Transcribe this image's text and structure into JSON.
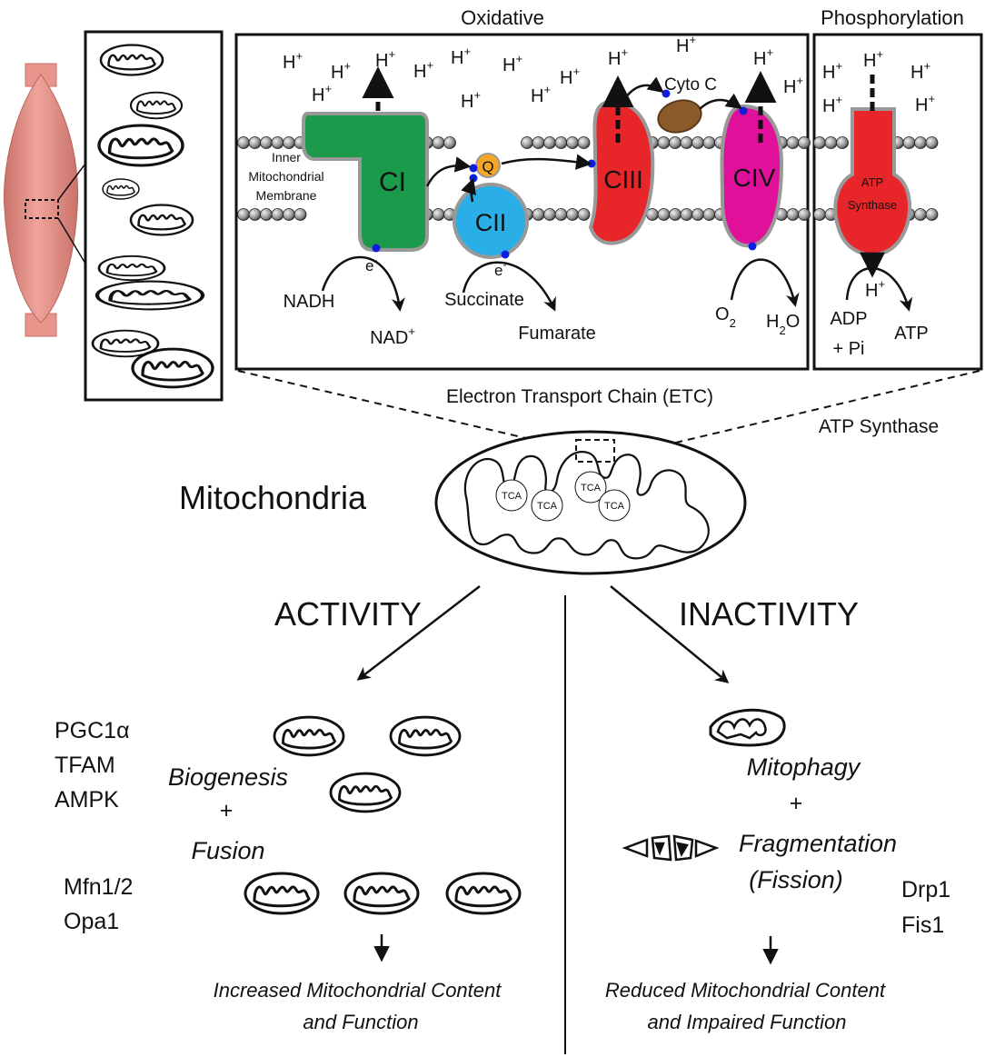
{
  "header": {
    "oxidative": "Oxidative",
    "phosphorylation": "Phosphorylation"
  },
  "etc": {
    "protons": [
      "H",
      "H",
      "H",
      "H",
      "H",
      "H",
      "H",
      "H",
      "H",
      "H",
      "H",
      "H",
      "H",
      "H",
      "H",
      "H",
      "H"
    ],
    "proton_charge": "+",
    "membrane_label": [
      "Inner",
      "Mitochondrial",
      "Membrane"
    ],
    "complexes": {
      "c1": "CI",
      "c2": "CII",
      "c3": "CIII",
      "c4": "CIV",
      "q": "Q",
      "cyto_c": "Cyto C",
      "atp_synthase": [
        "ATP",
        "Synthase"
      ]
    },
    "electron": "e",
    "electron_charge": "-",
    "substrates": {
      "nadh": "NADH",
      "nad": "NAD",
      "nad_charge": "+",
      "succinate": "Succinate",
      "fumarate": "Fumarate",
      "o2": "O",
      "o2_sub": "2",
      "h2o_h": "H",
      "h2o_sub": "2",
      "h2o_o": "O",
      "adp": "ADP",
      "pi": "+ Pi",
      "atp": "ATP"
    },
    "etc_caption": "Electron Transport Chain (ETC)",
    "atp_synthase_caption": "ATP Synthase"
  },
  "mitochondria": {
    "title": "Mitochondria",
    "tca": [
      "TCA",
      "TCA",
      "TCA",
      "TCA"
    ]
  },
  "activity": {
    "heading": "ACTIVITY",
    "markers": [
      "PGC1α",
      "TFAM",
      "AMPK"
    ],
    "process_biogenesis": "Biogenesis",
    "plus": "+",
    "process_fusion": "Fusion",
    "fusion_markers": [
      "Mfn1/2",
      "Opa1"
    ],
    "outcome": [
      "Increased Mitochondrial Content",
      "and Function"
    ]
  },
  "inactivity": {
    "heading": "INACTIVITY",
    "process_mitophagy": "Mitophagy",
    "plus": "+",
    "process_fragmentation": "Fragmentation",
    "process_fission": "(Fission)",
    "fission_markers": [
      "Drp1",
      "Fis1"
    ],
    "outcome": [
      "Reduced Mitochondrial Content",
      "and Impaired Function"
    ]
  },
  "colors": {
    "muscle": "#e8958c",
    "complex_1": "#1a9a4a",
    "complex_2": "#29aee8",
    "complex_3": "#e8262a",
    "complex_4": "#e1109b",
    "atp_synthase": "#e8262a",
    "ubiquinone": "#f5a623",
    "cytochrome_c": "#8b5a2b",
    "electron_dot": "#0d1ee0",
    "lipid": "#888888"
  }
}
